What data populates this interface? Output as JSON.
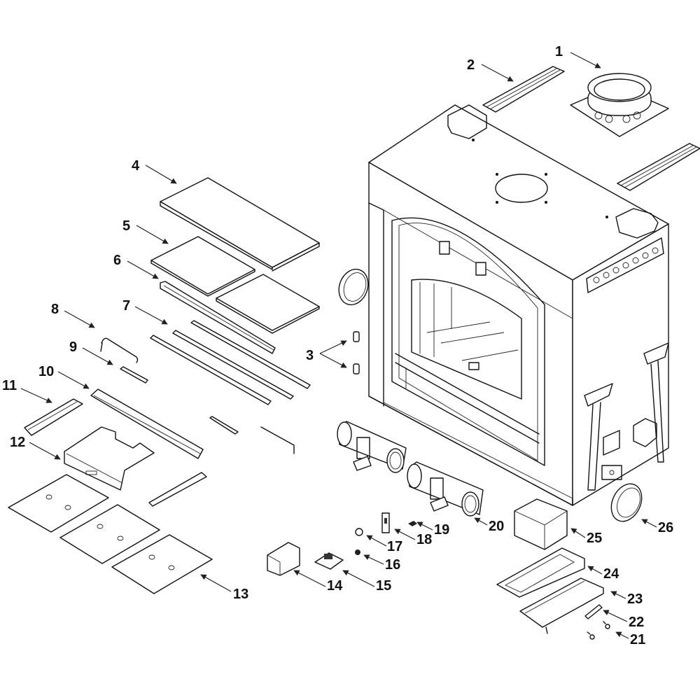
{
  "diagram": {
    "type": "exploded-parts-diagram",
    "subject": "Fireplace insert assembly",
    "callouts": [
      {
        "id": "1",
        "label": "1",
        "part": "flue-collar"
      },
      {
        "id": "2",
        "label": "2",
        "part": "top-standoff-rails"
      },
      {
        "id": "3",
        "label": "3",
        "part": "fasteners"
      },
      {
        "id": "4",
        "label": "4",
        "part": "baffle-board"
      },
      {
        "id": "5",
        "label": "5",
        "part": "baffle-panels"
      },
      {
        "id": "6",
        "label": "6",
        "part": "baffle-support-channel"
      },
      {
        "id": "7",
        "label": "7",
        "part": "air-tubes"
      },
      {
        "id": "8",
        "label": "8",
        "part": "rod-handle"
      },
      {
        "id": "9",
        "label": "9",
        "part": "short-pin"
      },
      {
        "id": "10",
        "label": "10",
        "part": "long-channel"
      },
      {
        "id": "11",
        "label": "11",
        "part": "short-channel"
      },
      {
        "id": "12",
        "label": "12",
        "part": "ash-tray"
      },
      {
        "id": "13",
        "label": "13",
        "part": "floor-bricks"
      },
      {
        "id": "14",
        "label": "14",
        "part": "terminal-block"
      },
      {
        "id": "15",
        "label": "15",
        "part": "control-board"
      },
      {
        "id": "16",
        "label": "16",
        "part": "knob-small"
      },
      {
        "id": "17",
        "label": "17",
        "part": "knob"
      },
      {
        "id": "18",
        "label": "18",
        "part": "switch-plate"
      },
      {
        "id": "19",
        "label": "19",
        "part": "sensor"
      },
      {
        "id": "20",
        "label": "20",
        "part": "blower"
      },
      {
        "id": "21",
        "label": "21",
        "part": "eyelet"
      },
      {
        "id": "22",
        "label": "22",
        "part": "igniter"
      },
      {
        "id": "23",
        "label": "23",
        "part": "burner-tray"
      },
      {
        "id": "24",
        "label": "24",
        "part": "burner-frame"
      },
      {
        "id": "25",
        "label": "25",
        "part": "bracket-box"
      },
      {
        "id": "26",
        "label": "26",
        "part": "outside-air-collar"
      }
    ]
  }
}
